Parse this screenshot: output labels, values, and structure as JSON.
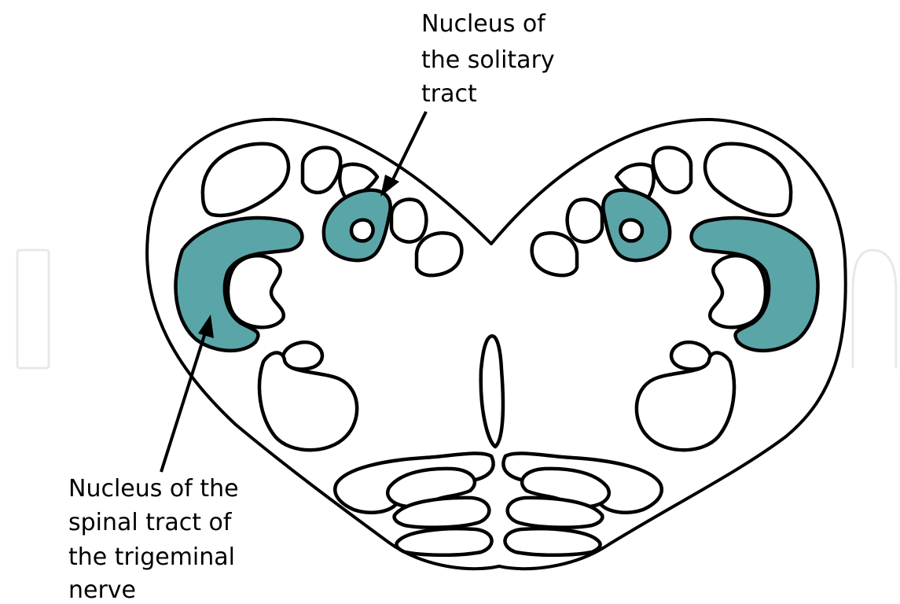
{
  "colors": {
    "nucleus_fill": "#5aa5a8",
    "line": "#000000",
    "background": "#ffffff"
  },
  "labels": {
    "solitary": [
      "Nucleus  of",
      "the solitary",
      "tract"
    ],
    "trigeminal": [
      "Nucleus of the",
      "spinal  tract  of",
      "the  trigeminal",
      "nerve"
    ]
  }
}
